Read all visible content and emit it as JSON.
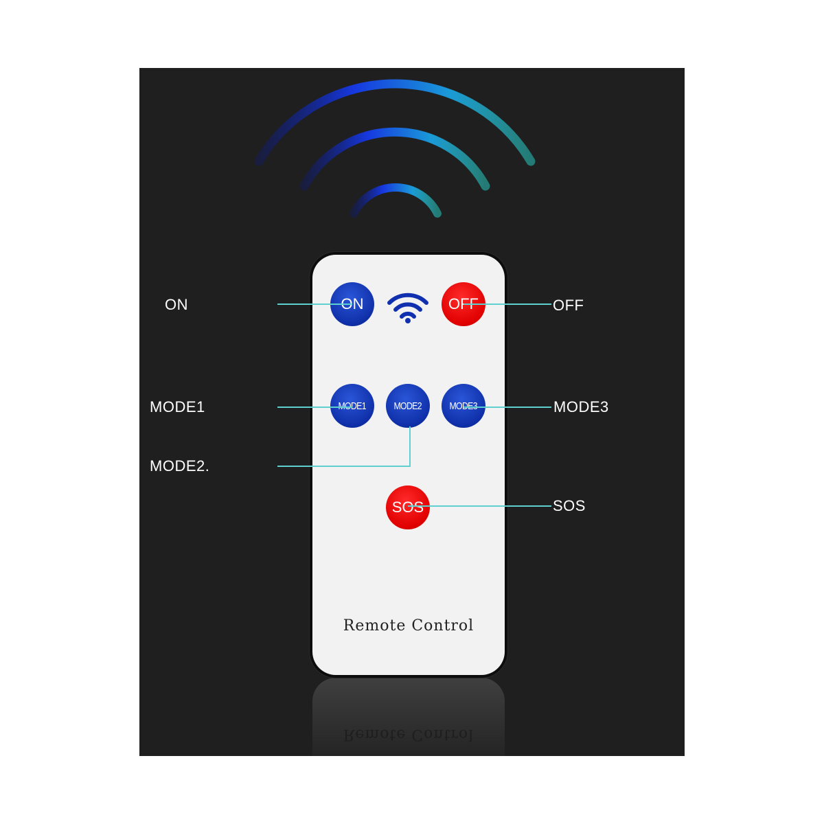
{
  "labels": {
    "on": "ON",
    "off": "OFF",
    "mode1": "MODE1",
    "mode2": "MODE2.",
    "mode3": "MODE3",
    "sos": "SOS"
  },
  "buttons": {
    "on": "ON",
    "off": "OFF",
    "mode1": "MODE1",
    "mode2": "MODE2",
    "mode3": "MODE3",
    "sos": "SOS"
  },
  "remote_text": "Remote Control",
  "icons": {
    "signal": "wireless-signal-icon",
    "wifi": "wifi-icon"
  },
  "colors": {
    "background": "#1f1f1f",
    "blue_button": "#1030b0",
    "red_button": "#e00000",
    "connector_line": "#5fd0d0",
    "remote_body": "#f2f2f2"
  }
}
